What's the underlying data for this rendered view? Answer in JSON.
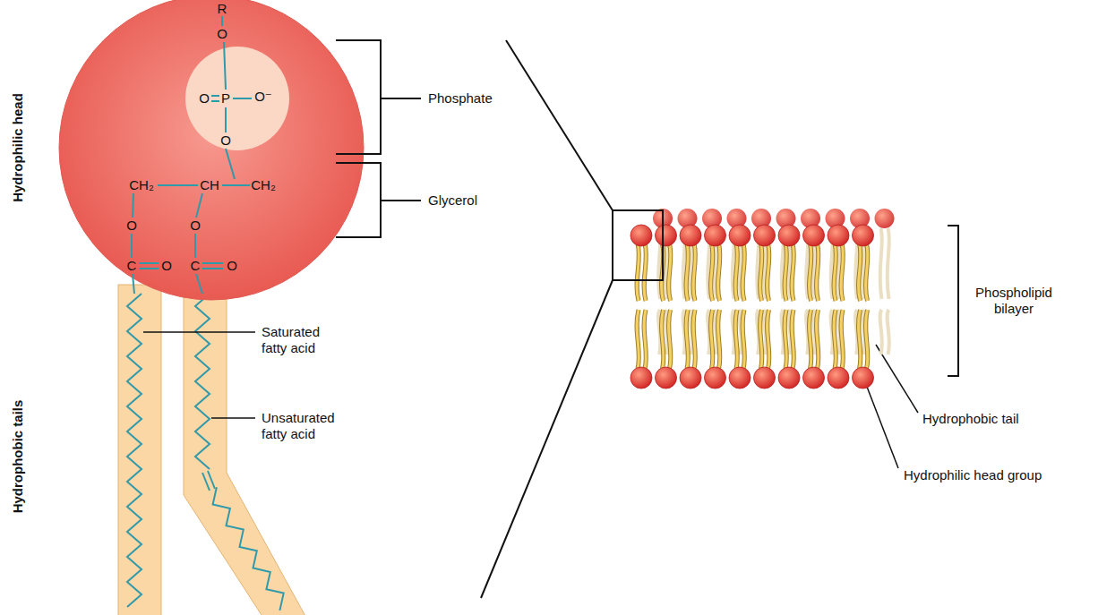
{
  "diagram": {
    "nodes": [
      {
        "text": [
          "R",
          "O",
          "CH₂",
          "CH",
          "CH₂",
          "O",
          "O",
          "C",
          "O",
          "C",
          "O"
        ]
      },
      {
        "text": [
          "O",
          "P",
          "O⁻",
          "O"
        ],
        "in": 0
      }
    ],
    "labels": [
      "Hydrophilic head",
      "Hydrophobic tails",
      "Phosphate",
      "Glycerol",
      "Saturated fatty acid",
      "Unsaturated fatty acid",
      "Phospholipid bilayer",
      "Hydrophobic tail",
      "Hydrophilic head group"
    ]
  }
}
